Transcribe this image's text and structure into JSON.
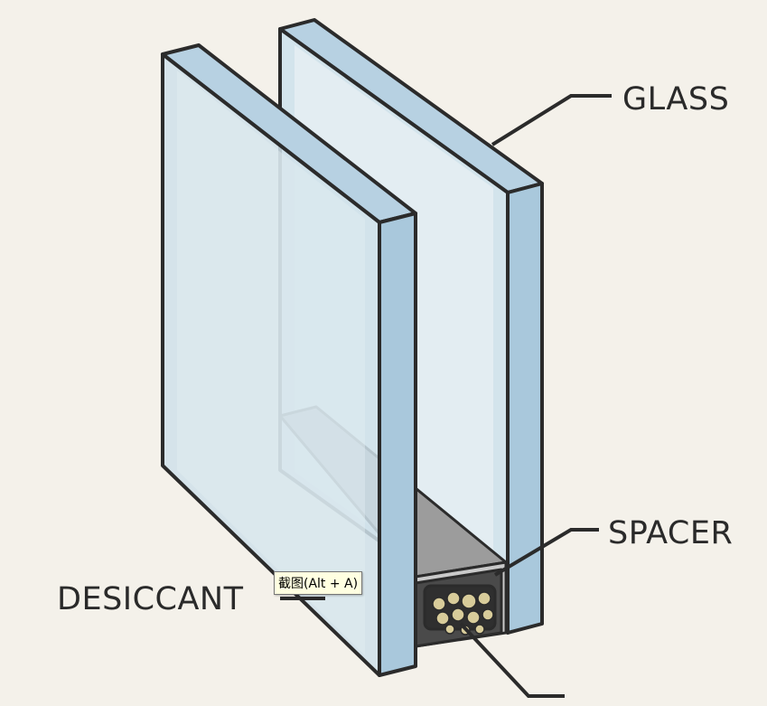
{
  "labels": {
    "glass": "GLASS",
    "spacer": "SPACER",
    "desiccant": "DESICCANT"
  },
  "tooltip": {
    "text": "截图(Alt + A)"
  },
  "colors": {
    "background": "#f4f1ea",
    "glass_face": "#cfe0ea",
    "glass_edge": "#a9c8dc",
    "glass_inner": "#e3edf2",
    "outline": "#2b2b2b",
    "spacer_top": "#c9c9c9",
    "spacer_body": "#4a4a4a",
    "desiccant_bead": "#d8cc9a"
  }
}
